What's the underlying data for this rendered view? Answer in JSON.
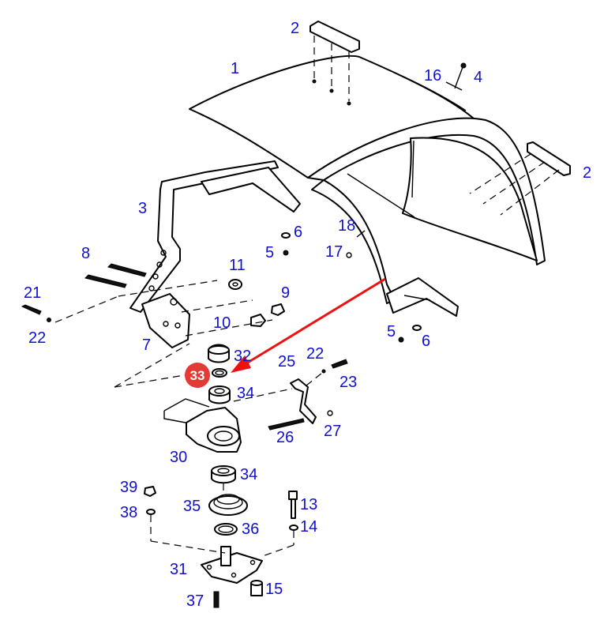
{
  "labels": {
    "p1": "1",
    "p2a": "2",
    "p2b": "2",
    "p3": "3",
    "p4": "4",
    "p5a": "5",
    "p5b": "5",
    "p6a": "6",
    "p6b": "6",
    "p7": "7",
    "p8": "8",
    "p9": "9",
    "p10": "10",
    "p11": "11",
    "p13": "13",
    "p14": "14",
    "p15": "15",
    "p16": "16",
    "p17": "17",
    "p18": "18",
    "p21": "21",
    "p22a": "22",
    "p22b": "22",
    "p23": "23",
    "p25": "25",
    "p26": "26",
    "p27": "27",
    "p30": "30",
    "p31": "31",
    "p32": "32",
    "p33": "33",
    "p34a": "34",
    "p34b": "34",
    "p35": "35",
    "p36": "36",
    "p37": "37",
    "p38": "38",
    "p39": "39"
  },
  "highlight": {
    "color": "#e53935",
    "arrow_color": "#ee1111"
  },
  "label_color": "#1010d0"
}
